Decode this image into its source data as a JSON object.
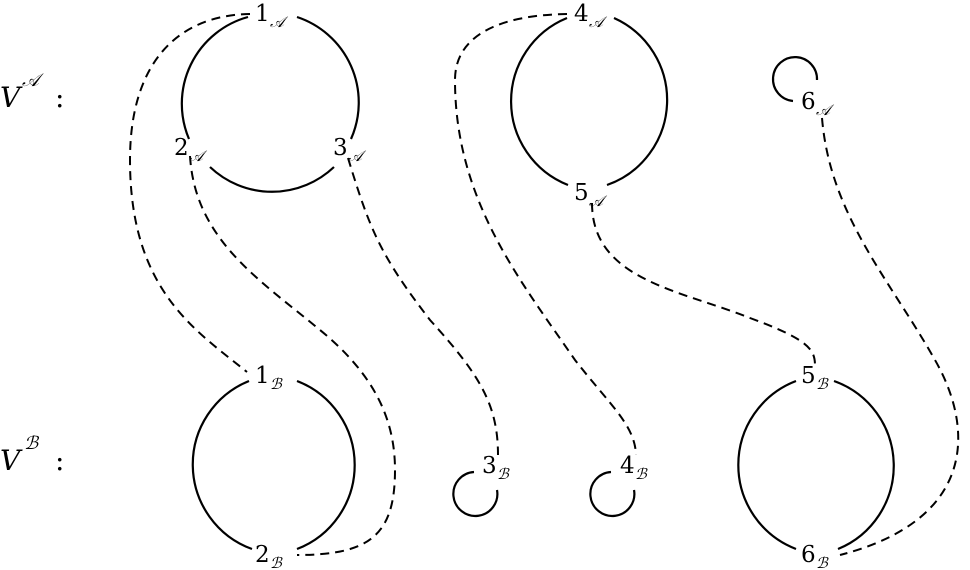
{
  "rows": {
    "a": {
      "symbol": "V",
      "superscript": "𝒜",
      "colon": ":"
    },
    "b": {
      "symbol": "V",
      "superscript": "ℬ",
      "colon": ":"
    }
  },
  "nodes": {
    "a1": {
      "num": "1",
      "sub": "𝒜"
    },
    "a2": {
      "num": "2",
      "sub": "𝒜"
    },
    "a3": {
      "num": "3",
      "sub": "𝒜"
    },
    "a4": {
      "num": "4",
      "sub": "𝒜"
    },
    "a5": {
      "num": "5",
      "sub": "𝒜"
    },
    "a6": {
      "num": "6",
      "sub": "𝒜"
    },
    "b1": {
      "num": "1",
      "sub": "ℬ"
    },
    "b2": {
      "num": "2",
      "sub": "ℬ"
    },
    "b3": {
      "num": "3",
      "sub": "ℬ"
    },
    "b4": {
      "num": "4",
      "sub": "ℬ"
    },
    "b5": {
      "num": "5",
      "sub": "ℬ"
    },
    "b6": {
      "num": "6",
      "sub": "ℬ"
    }
  },
  "cycles_a": [
    [
      "1",
      "3",
      "2"
    ],
    [
      "4",
      "5"
    ],
    [
      "6"
    ]
  ],
  "cycles_b": [
    [
      "1",
      "2"
    ],
    [
      "3"
    ],
    [
      "4"
    ],
    [
      "5",
      "6"
    ]
  ],
  "matching": [
    [
      "1",
      "1"
    ],
    [
      "2",
      "2"
    ],
    [
      "3",
      "3"
    ],
    [
      "4",
      "4"
    ],
    [
      "5",
      "5"
    ],
    [
      "6",
      "6"
    ]
  ],
  "colors": {
    "stroke": "#000000",
    "background": "#ffffff"
  }
}
